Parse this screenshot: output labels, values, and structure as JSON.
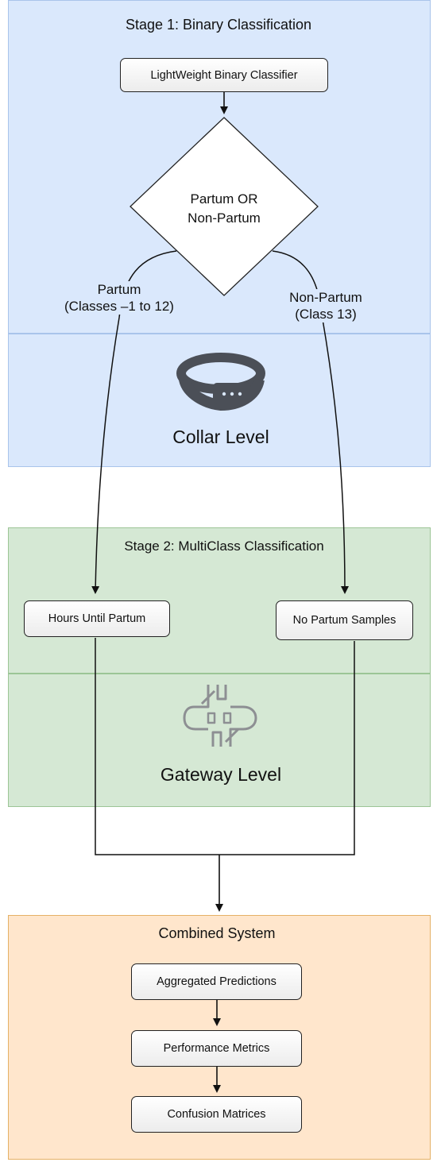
{
  "stage1": {
    "title": "Stage 1: Binary Classification",
    "classifier_label": "LightWeight Binary Classifier"
  },
  "decision": {
    "line1": "Partum OR",
    "line2": "Non-Partum"
  },
  "branches": {
    "left": {
      "line1": "Partum",
      "line2": "(Classes –1 to 12)"
    },
    "right": {
      "line1": "Non-Partum",
      "line2": "(Class 13)"
    }
  },
  "collar": {
    "title": "Collar Level",
    "icon": "collar-icon"
  },
  "stage2": {
    "title": "Stage 2: MultiClass Classification",
    "left_box": "Hours Until Partum",
    "right_box": "No Partum Samples"
  },
  "gateway": {
    "title": "Gateway Level",
    "icon": "gateway-icon"
  },
  "combined": {
    "title": "Combined System",
    "steps": [
      "Aggregated Predictions",
      "Performance Metrics",
      "Confusion Matrices"
    ]
  },
  "colors": {
    "blue_fill": "#dae8fc",
    "blue_border": "#a9c4eb",
    "green_fill": "#d5e8d4",
    "green_border": "#9cc596",
    "orange_fill": "#ffe6cc",
    "orange_border": "#e5b166",
    "icon_gray": "#4b4f57"
  }
}
